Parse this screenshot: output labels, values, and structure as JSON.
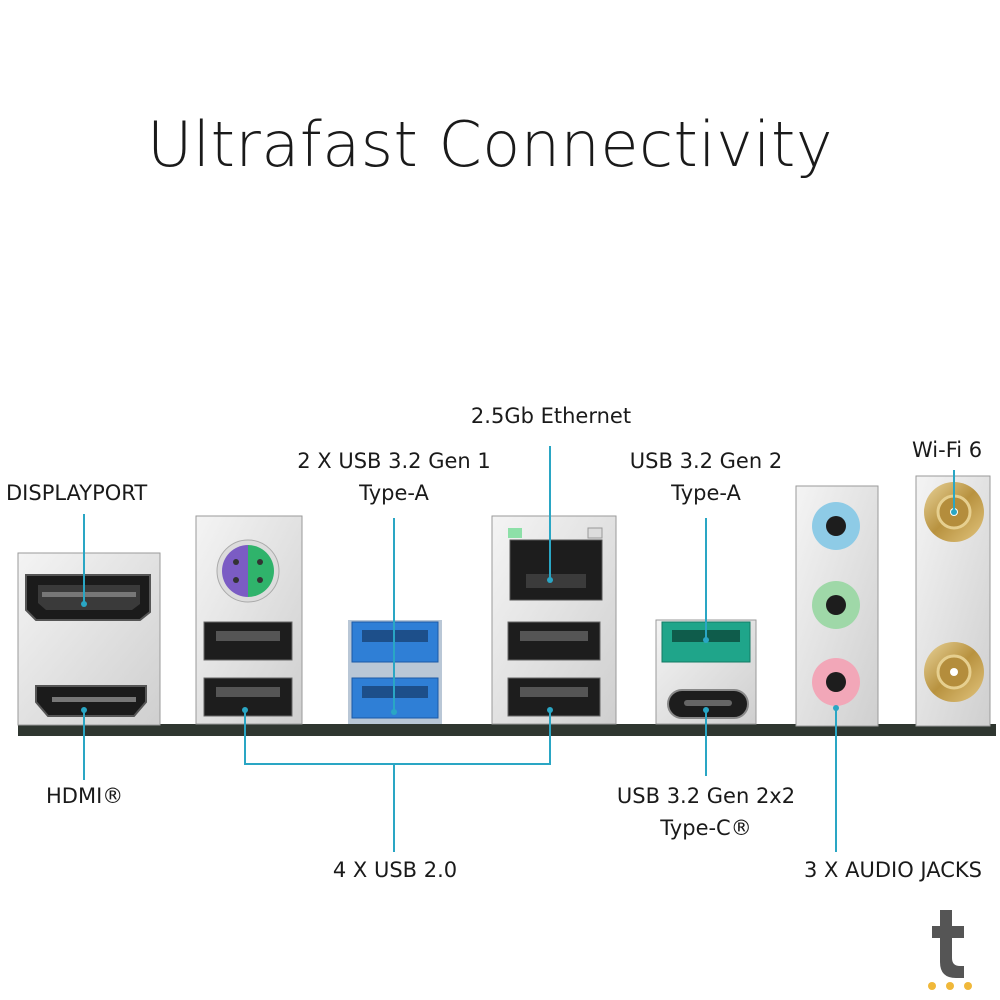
{
  "title": "Ultrafast Connectivity",
  "labels": {
    "displayport": "DISPLAYPORT",
    "hdmi": "HDMI®",
    "usb32gen1_line1": "2 X USB 3.2 Gen 1",
    "usb32gen1_line2": "Type-A",
    "ethernet": "2.5Gb Ethernet",
    "usb32gen2_line1": "USB 3.2 Gen 2",
    "usb32gen2_line2": "Type-A",
    "wifi": "Wi-Fi 6",
    "usb20": "4 X USB 2.0",
    "usbc_line1": "USB 3.2 Gen 2x2",
    "usbc_line2": "Type-C®",
    "audio": "3 X AUDIO JACKS"
  },
  "colors": {
    "callout_line": "#2aa6c4",
    "usb3_blue": "#2f7fd6",
    "usb_gen2_teal": "#1fa58a",
    "audio_blue": "#8ecbe6",
    "audio_green": "#9fd8a8",
    "audio_pink": "#f2a7b8",
    "ps2_purple": "#7b5cc4",
    "ps2_green": "#2fb36b",
    "antenna_gold": "#c9a55a",
    "logo_dots": "#f0b83a"
  },
  "icons": {
    "logo": "t-logo-icon"
  }
}
